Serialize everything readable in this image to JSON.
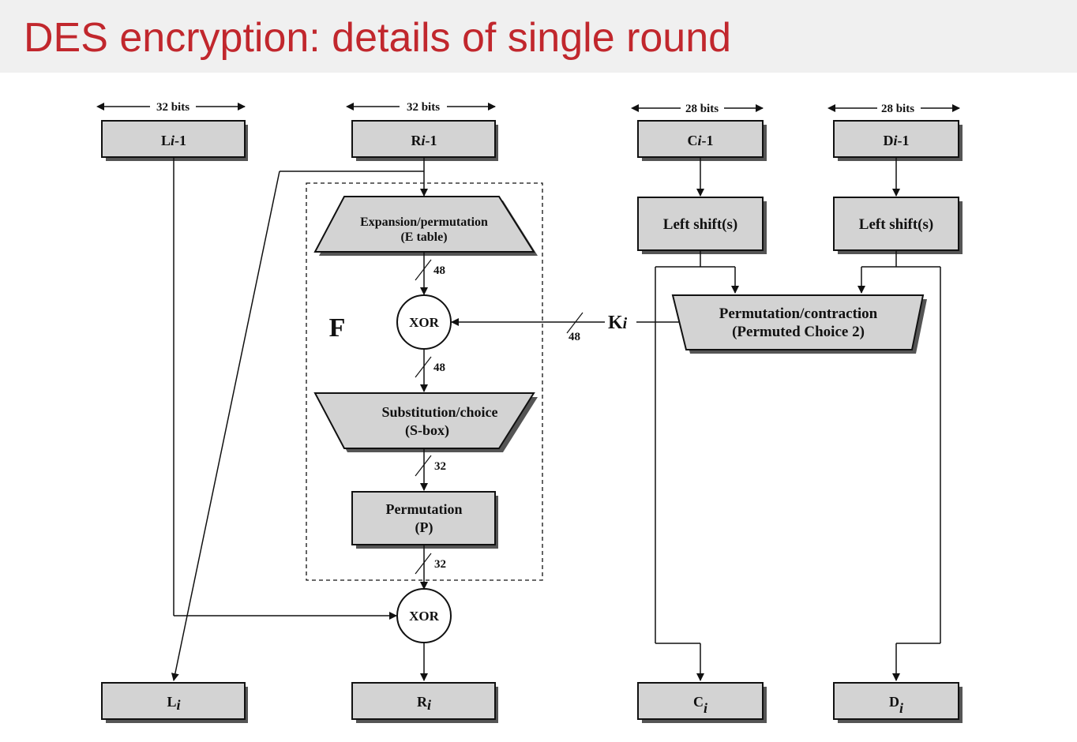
{
  "title": "DES encryption: details of single round",
  "widths": {
    "left_32": "32 bits",
    "right_32": "32 bits",
    "c_28": "28 bits",
    "d_28": "28 bits"
  },
  "inputs": {
    "l": {
      "base": "L",
      "sub": "i",
      "suffix": "-1"
    },
    "r": {
      "base": "R",
      "sub": "i",
      "suffix": "-1"
    },
    "c": {
      "base": "C",
      "sub": "i",
      "suffix": "-1"
    },
    "d": {
      "base": "D",
      "sub": "i",
      "suffix": "-1"
    }
  },
  "outputs": {
    "l": {
      "base": "L",
      "sub": "i"
    },
    "r": {
      "base": "R",
      "sub": "i"
    },
    "c": {
      "base": "C",
      "sub": "i"
    },
    "d": {
      "base": "D",
      "sub": "i"
    }
  },
  "blocks": {
    "expansion": [
      "Expansion/permutation",
      "(E table)"
    ],
    "substitution": [
      "Substitution/choice",
      "(S-box)"
    ],
    "permutation": [
      "Permutation",
      "(P)"
    ],
    "shift_c": "Left shift(s)",
    "shift_d": "Left shift(s)",
    "pc2": [
      "Permutation/contraction",
      "(Permuted Choice 2)"
    ]
  },
  "xor_label": "XOR",
  "f_label": "F",
  "key": {
    "base": "K",
    "sub": "i"
  },
  "bus_widths": {
    "after_expansion": "48",
    "key_bus": "48",
    "after_xor": "48",
    "after_sbox": "32",
    "after_perm": "32"
  }
}
